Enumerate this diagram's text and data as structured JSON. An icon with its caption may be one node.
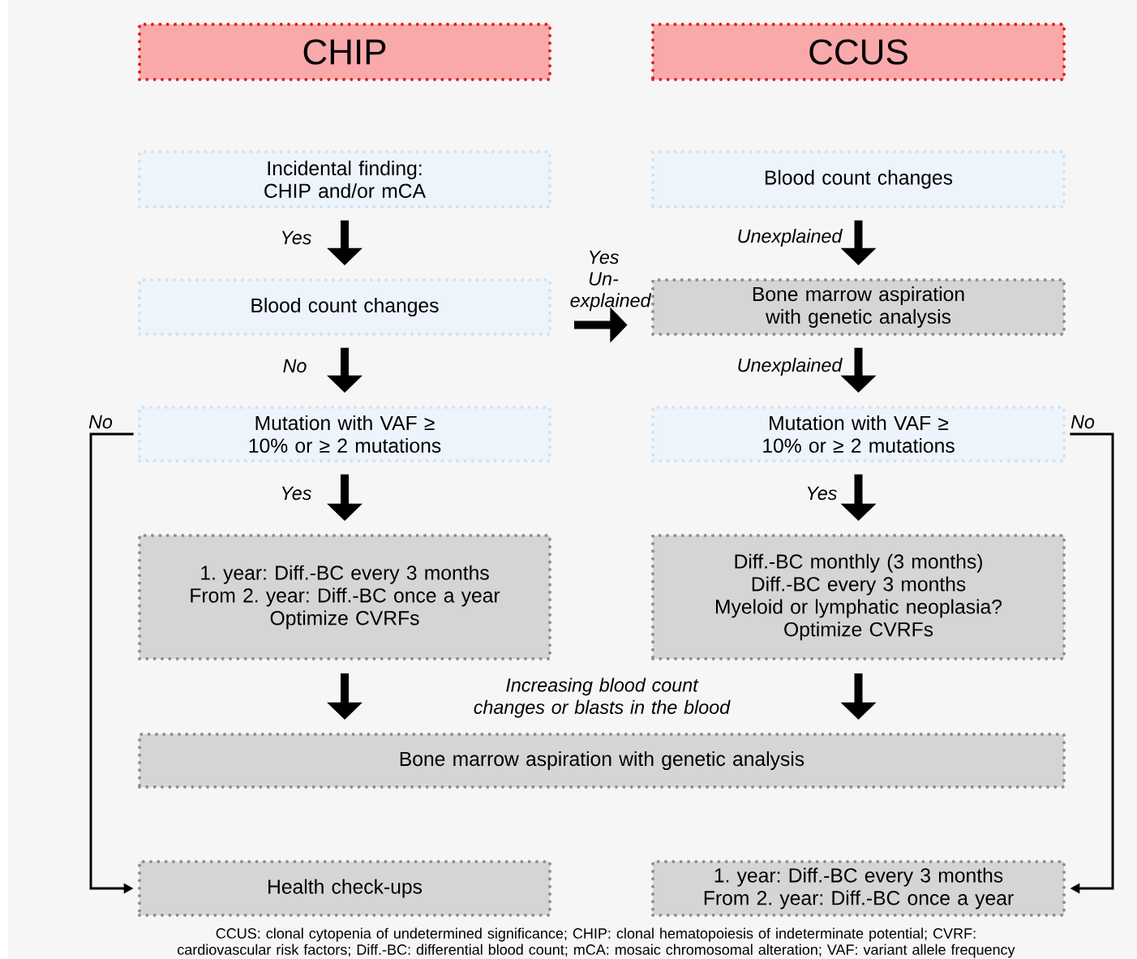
{
  "diagram": {
    "caption": "CCUS: clonal cytopenia of undetermined significance; CHIP: clonal hematopoiesis of indeterminate potential; CVRF: cardiovascular risk factors; Diff.-BC: differential blood count; mCA: mosaic chromosomal alteration; VAF: variant allele frequency",
    "nodes": [
      {
        "text": [
          "CHIP"
        ]
      },
      {
        "text": [
          "CCUS"
        ]
      },
      {
        "text": [
          "Incidental finding:",
          "CHIP and/or mCA"
        ]
      },
      {
        "text": [
          "Blood count changes"
        ]
      },
      {
        "text": [
          "Blood count changes"
        ]
      },
      {
        "text": [
          "Bone marrow aspiration with genetic analysis"
        ]
      },
      {
        "text": [
          "Mutation with VAF ≥ 10% or ≥ 2 mutations"
        ]
      },
      {
        "text": [
          "Mutation with VAF ≥ 10% or ≥ 2 mutations"
        ]
      },
      {
        "text": [
          "1. year: Diff.-BC every 3 months",
          "From 2. year: Diff.-BC once a year",
          "Optimize CVRFs"
        ]
      },
      {
        "text": [
          "Diff.-BC monthly (3 months)",
          "Diff.-BC every 3 months",
          "Myeloid or lymphatic neoplasia?",
          "Optimize CVRFs"
        ]
      },
      {
        "text": [
          "Bone marrow aspiration with genetic analysis"
        ]
      },
      {
        "text": [
          "Health check-ups"
        ]
      },
      {
        "text": [
          "1. year: Diff.-BC every 3 months",
          "From 2. year: Diff.-BC once a year"
        ]
      }
    ],
    "edges": [
      {
        "from": 2,
        "to": 4,
        "arrow": "to",
        "label": "Yes"
      },
      {
        "from": 4,
        "to": 6,
        "arrow": "to",
        "label": "No"
      },
      {
        "from": 6,
        "to": 8,
        "arrow": "to",
        "label": "Yes"
      },
      {
        "from": 8,
        "to": 10,
        "arrow": "to"
      },
      {
        "from": 3,
        "to": 5,
        "arrow": "to",
        "label": "Unexplained"
      },
      {
        "from": 5,
        "to": 7,
        "arrow": "to",
        "label": "Unexplained"
      },
      {
        "from": 7,
        "to": 9,
        "arrow": "to",
        "label": "Yes"
      },
      {
        "from": 9,
        "to": 10,
        "arrow": "to"
      },
      {
        "from": 4,
        "to": 5,
        "arrow": "to",
        "label": "Yes Un-explained"
      },
      {
        "from": 6,
        "to": 11,
        "arrow": "to",
        "label": "No"
      },
      {
        "from": 7,
        "to": 12,
        "arrow": "to",
        "label": "No"
      }
    ],
    "labels": [
      "Increasing blood count changes or blasts in the blood"
    ]
  }
}
